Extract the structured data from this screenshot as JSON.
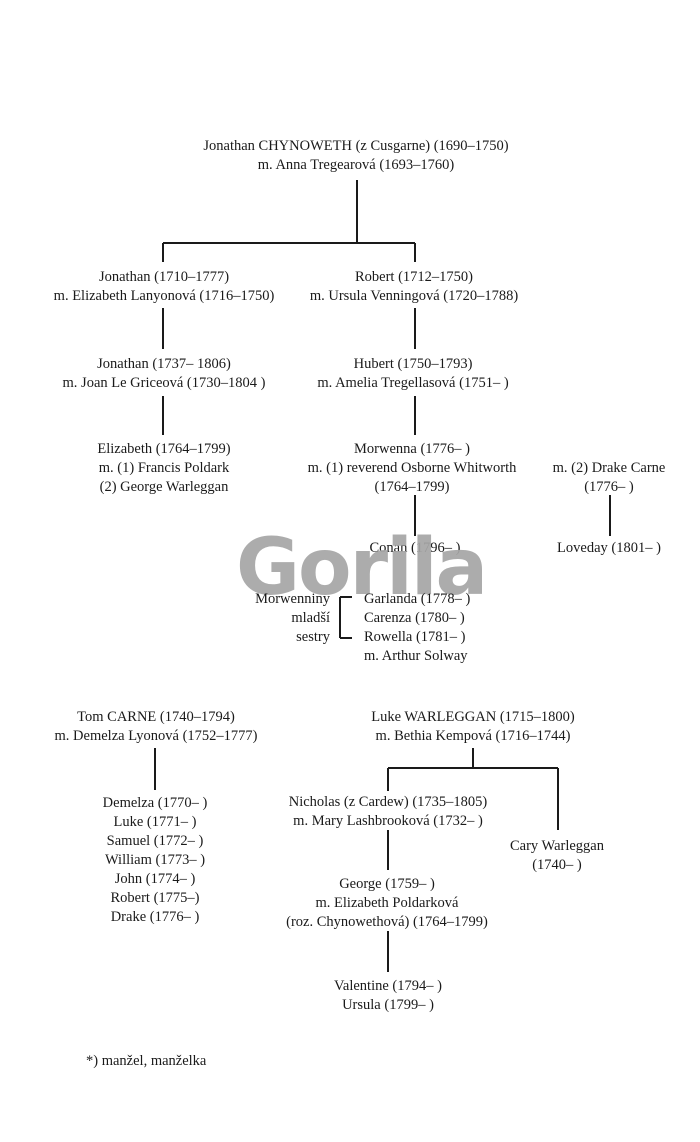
{
  "watermark": "Gorila",
  "footnote": "*) manžel, manželka",
  "nodes": {
    "jonathan_chynoweth": [
      "Jonathan CHYNOWETH (z Cusgarne) (1690–1750)",
      "m. Anna Tregearová (1693–1760)"
    ],
    "jonathan_1710": [
      "Jonathan (1710–1777)",
      "m. Elizabeth Lanyonová (1716–1750)"
    ],
    "robert_1712": [
      "Robert (1712–1750)",
      "m. Ursula Venningová (1720–1788)"
    ],
    "jonathan_1737": [
      "Jonathan (1737– 1806)",
      "m. Joan Le Griceová (1730–1804 )"
    ],
    "hubert": [
      "Hubert (1750–1793)",
      "m. Amelia Tregellasová (1751– )"
    ],
    "elizabeth": [
      "Elizabeth (1764–1799)",
      "m. (1) Francis Poldark",
      "(2)  George Warleggan"
    ],
    "morwenna": [
      "Morwenna (1776– )",
      "m. (1) reverend Osborne Whitworth",
      "(1764–1799)"
    ],
    "drake_carne_m2": [
      "m. (2) Drake Carne",
      "(1776– )"
    ],
    "conan": [
      "Conan (1796– )"
    ],
    "loveday": [
      "Loveday (1801– )"
    ],
    "sisters_label": [
      "Morwenniny",
      "mladší",
      "sestry"
    ],
    "sisters": [
      "Garlanda (1778– )",
      "Carenza (1780– )",
      "Rowella (1781– )",
      "m. Arthur Solway"
    ],
    "tom_carne": [
      "Tom CARNE (1740–1794)",
      "m. Demelza Lyonová (1752–1777)"
    ],
    "carne_children": [
      "Demelza (1770– )",
      "Luke (1771– )",
      "Samuel (1772– )",
      "William (1773– )",
      "John (1774– )",
      "Robert (1775–)",
      "Drake (1776– )"
    ],
    "luke_warleggan": [
      "Luke WARLEGGAN (1715–1800)",
      "m.  Bethia Kempová (1716–1744)"
    ],
    "nicholas": [
      "Nicholas (z Cardew) (1735–1805)",
      "m. Mary Lashbrooková (1732– )"
    ],
    "cary": [
      "Cary Warleggan",
      "(1740– )"
    ],
    "george": [
      "George (1759– )",
      "m. Elizabeth Poldarková",
      "(roz. Chynowethová) (1764–1799)"
    ],
    "valentine_ursula": [
      "Valentine (1794– )",
      "Ursula (1799– )"
    ]
  }
}
